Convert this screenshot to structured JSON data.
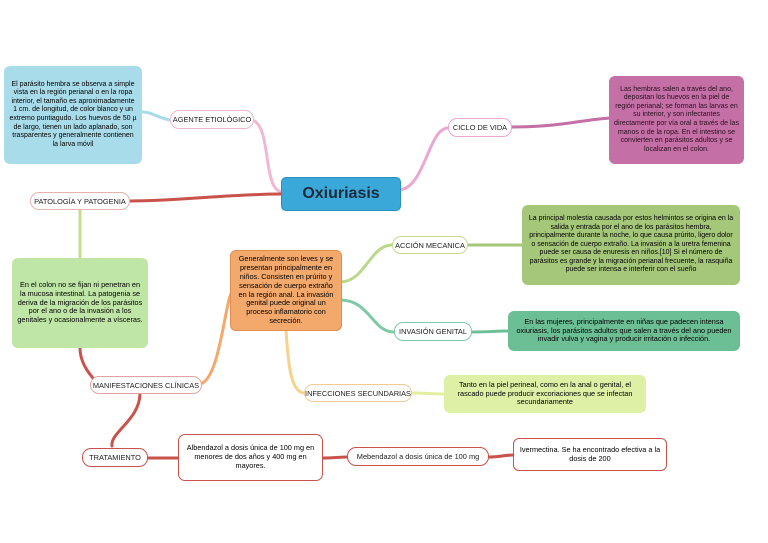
{
  "title": "Oxiuriasis",
  "branches": {
    "agente": "AGENTE ETIOLÓGICO",
    "ciclo": "CICLO DE VIDA",
    "patologia": "PATOLOGÍA Y PATOGENIA",
    "accion": "ACCIÓN MECANICA",
    "invasion": "INVASIÓN GENITAL",
    "infecciones": "INFECCIONES SECUNDARIAS",
    "manifestaciones": "MANIFESTACIONES CLÍNICAS",
    "tratamiento": "TRATAMIENTO",
    "mebendazol": "Mebendazol a dosis única de 100 mg"
  },
  "texts": {
    "agente": "El parásito hembra se observa a simple vista en la región perianal o en la ropa interior, el tamaño es aproximadamente 1 cm. de longitud, de color blanco y un extremo puntiagudo. Los huevos de 50 µ de largo, tienen un lado aplanado, son trasparentes y generalmente contienen la larva móvil",
    "ciclo": "Las hembras salen a través del ano, depositan los huevos en la piel de región perianal; se forman las larvas en su interior, y son infectantes directamente por vía oral a través de las manos o de la ropa. En el intestino se convierten en parásitos adultos y se localizan en el colon.",
    "patologia": "En el colon no se fijan ni penetran en la mucosa intestinal. La patogenia se deriva de la migración de los parásitos por el ano o de la invasión a los genitales y ocasionalmente a vísceras.",
    "manifestaciones": "Generalmente son leves y se presentan principalmente en niños. Consisten en prúrito y sensación de cuerpo extraño en la región anal. La invasión genital puede original un proceso inflamatorio con secreción.",
    "accion": "La principal molestia causada por estos helmintos se origina en la salida y entrada por el ano de los parásitos hembra, principalmente durante la noche, lo que causa prúrito, ligero dolor o sensación de cuerpo extraño. La invasión a la uretra femenina puede ser causa de enuresis en niños.[10] Si el número de parásitos es grande y la migración perianal frecuente, la rasquiña puede ser intensa e interferir con el sueño",
    "invasion": "En las mujeres, principalmente en niñas que padecen intensa oxiuriasis, los parásitos adultos que salen a través del ano pueden invadir vulva y vagina y producir irritación o infección.",
    "infecciones": "Tanto en la piel perineal, como en la anal o genital, el rascado puede producir excoriaciones que se infectan secundariamente",
    "albendazol": "Albendazol a dosis única de 100 mg en menores de dos años y 400 mg en mayores.",
    "ivermectina": "Ivermectina. Se ha encontrado efectiva a la dosis de 200"
  },
  "colors": {
    "central": "#3aa8d8",
    "agente_box": "#a9dcea",
    "ciclo_box": "#c46fa5",
    "patologia_box": "#bfe6a6",
    "manifestaciones_box": "#f3a86c",
    "accion_box": "#a5c77a",
    "invasion_box": "#6cbf94",
    "infecciones_box": "#ddf0a6",
    "treatment_border": "#c9524a"
  }
}
